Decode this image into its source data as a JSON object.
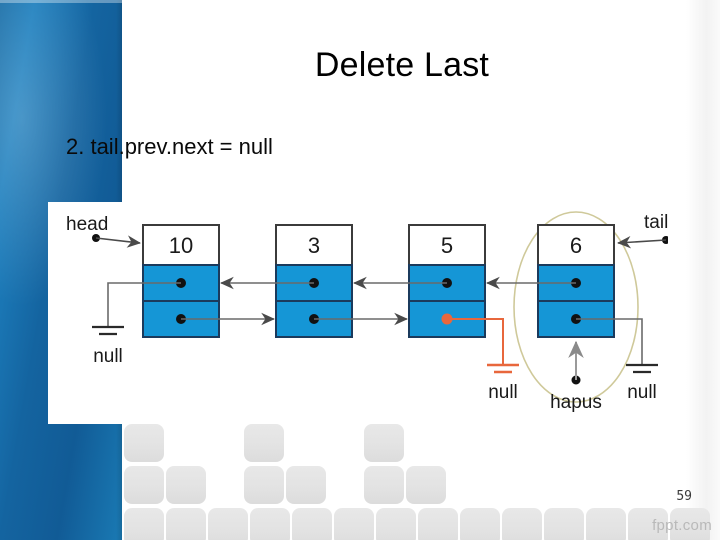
{
  "slide": {
    "title": "Delete Last",
    "bullet": "2. tail.prev.next = null",
    "page_number": "59",
    "watermark": "fppt.com",
    "accent_blue": "#1464a0",
    "node_blue": "#1596d6",
    "highlight_orange": "#e8673c",
    "ellipse_color": "#cfc99a"
  },
  "diagram": {
    "type": "doubly-linked-list",
    "head_label": "head",
    "tail_label": "tail",
    "delete_label": "hapus",
    "null_labels": [
      "null",
      "null",
      "null"
    ],
    "nodes": [
      {
        "value": "10",
        "prev": "null",
        "next": "3"
      },
      {
        "value": "3",
        "prev": "10",
        "next": "5"
      },
      {
        "value": "5",
        "prev": "3",
        "next": "null"
      },
      {
        "value": "6",
        "prev": "5",
        "next": "null"
      }
    ],
    "highlighted_node": "6",
    "severed_link_from": "5",
    "notes": "node 6 circled for deletion; node 5 next pointer set to null (orange)"
  }
}
